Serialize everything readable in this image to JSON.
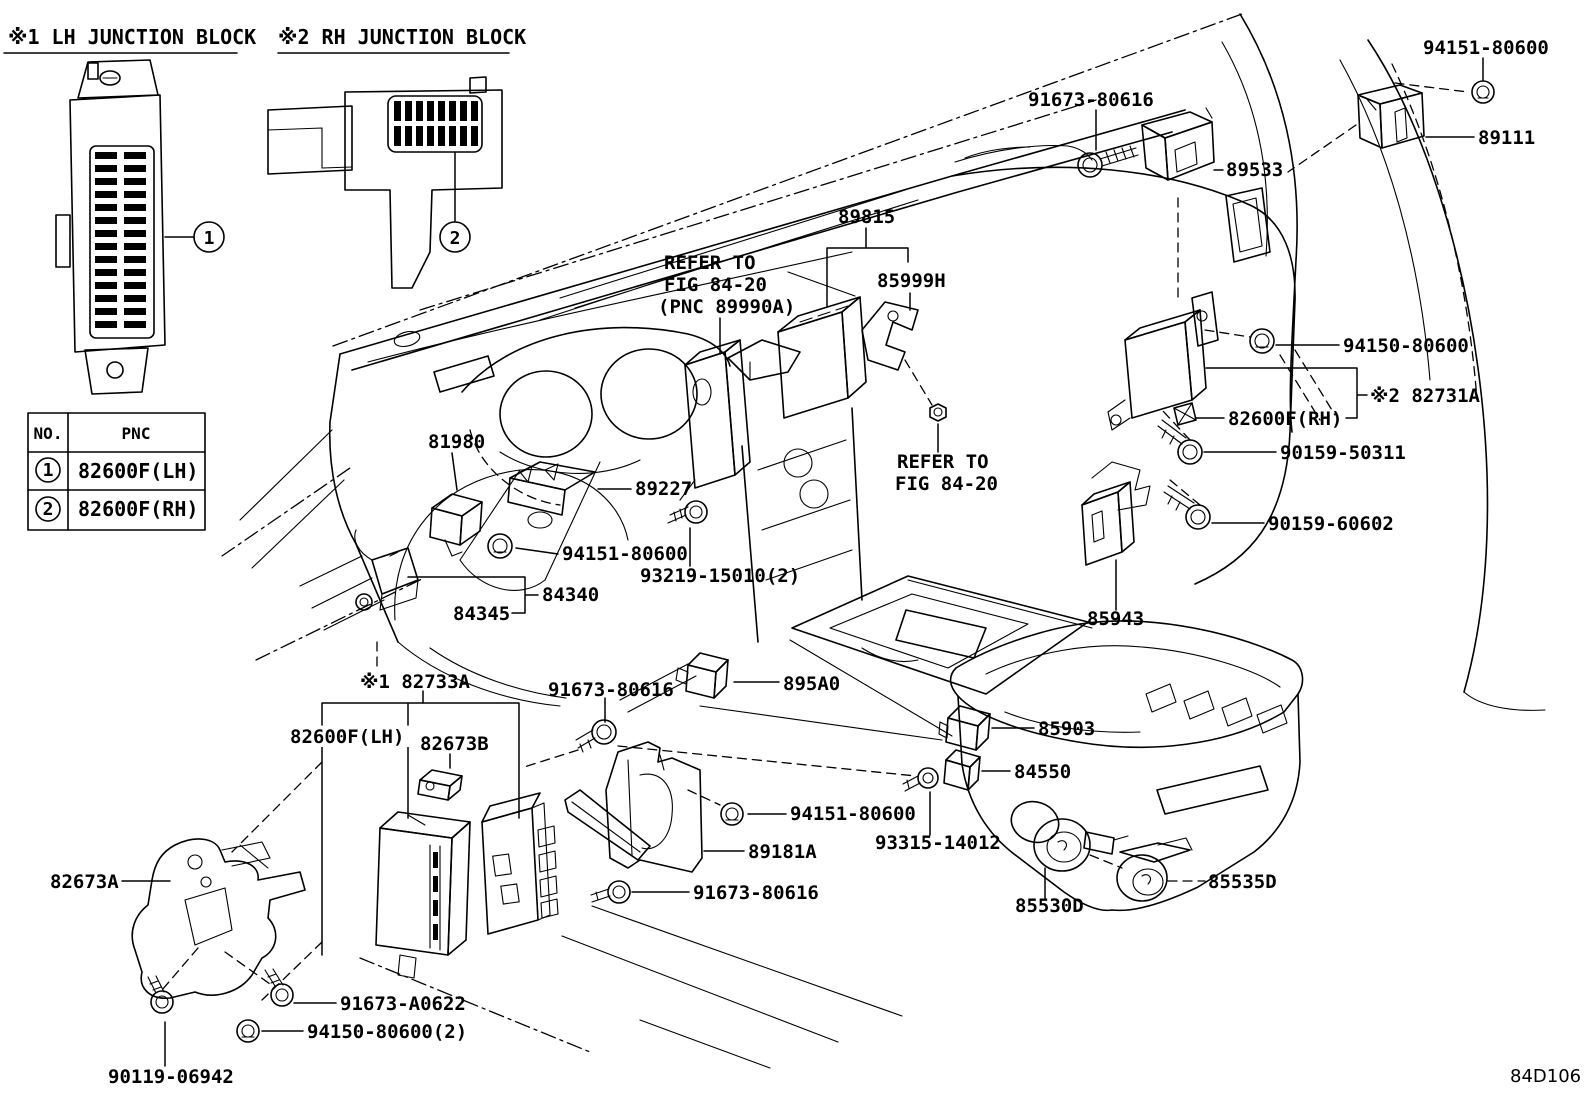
{
  "figure_code": "84D106",
  "headers": {
    "lh_title": "※1 LH JUNCTION BLOCK",
    "rh_title": "※2 RH JUNCTION BLOCK"
  },
  "callouts": {
    "c1": "1",
    "c2": "2"
  },
  "table": {
    "col_no": "NO.",
    "col_pnc": "PNC",
    "rows": [
      {
        "no": "1",
        "pnc": "82600F(LH)"
      },
      {
        "no": "2",
        "pnc": "82600F(RH)"
      }
    ]
  },
  "notes": {
    "refer_a": {
      "l1": "REFER TO",
      "l2": "FIG 84-20",
      "l3": "(PNC 89990A)"
    },
    "refer_b": {
      "l1": "REFER TO",
      "l2": "FIG 84-20"
    }
  },
  "labels": [
    {
      "id": "91673-80616-top",
      "text": "91673-80616"
    },
    {
      "id": "89533",
      "text": "89533"
    },
    {
      "id": "94151-80600-topright",
      "text": "94151-80600"
    },
    {
      "id": "89111",
      "text": "89111"
    },
    {
      "id": "89815",
      "text": "89815"
    },
    {
      "id": "85999H",
      "text": "85999H"
    },
    {
      "id": "94150-80600",
      "text": "94150-80600"
    },
    {
      "id": "82731A",
      "text": "※2 82731A"
    },
    {
      "id": "82600F-RH",
      "text": "82600F(RH)"
    },
    {
      "id": "90159-50311",
      "text": "90159-50311"
    },
    {
      "id": "90159-60602",
      "text": "90159-60602"
    },
    {
      "id": "81980",
      "text": "81980"
    },
    {
      "id": "89227",
      "text": "89227"
    },
    {
      "id": "94151-80600-mid",
      "text": "94151-80600"
    },
    {
      "id": "93219-15010-2",
      "text": "93219-15010(2)"
    },
    {
      "id": "84340",
      "text": "84340"
    },
    {
      "id": "84345",
      "text": "84345"
    },
    {
      "id": "85943",
      "text": "85943"
    },
    {
      "id": "82733A",
      "text": "※1 82733A"
    },
    {
      "id": "91673-80616-mid",
      "text": "91673-80616"
    },
    {
      "id": "82600F-LH",
      "text": "82600F(LH)"
    },
    {
      "id": "82673B",
      "text": "82673B"
    },
    {
      "id": "895A0",
      "text": "895A0"
    },
    {
      "id": "85903",
      "text": "85903"
    },
    {
      "id": "84550",
      "text": "84550"
    },
    {
      "id": "94151-80600-bottom",
      "text": "94151-80600"
    },
    {
      "id": "93315-14012",
      "text": "93315-14012"
    },
    {
      "id": "89181A",
      "text": "89181A"
    },
    {
      "id": "91673-80616-bottom",
      "text": "91673-80616"
    },
    {
      "id": "82673A",
      "text": "82673A"
    },
    {
      "id": "85535D",
      "text": "85535D"
    },
    {
      "id": "85530D",
      "text": "85530D"
    },
    {
      "id": "91673-A0622",
      "text": "91673-A0622"
    },
    {
      "id": "94150-80600-qty2",
      "text": "94150-80600(2)"
    },
    {
      "id": "90119-06942",
      "text": "90119-06942"
    }
  ],
  "colors": {
    "ink": "#000000",
    "paper": "#ffffff"
  }
}
